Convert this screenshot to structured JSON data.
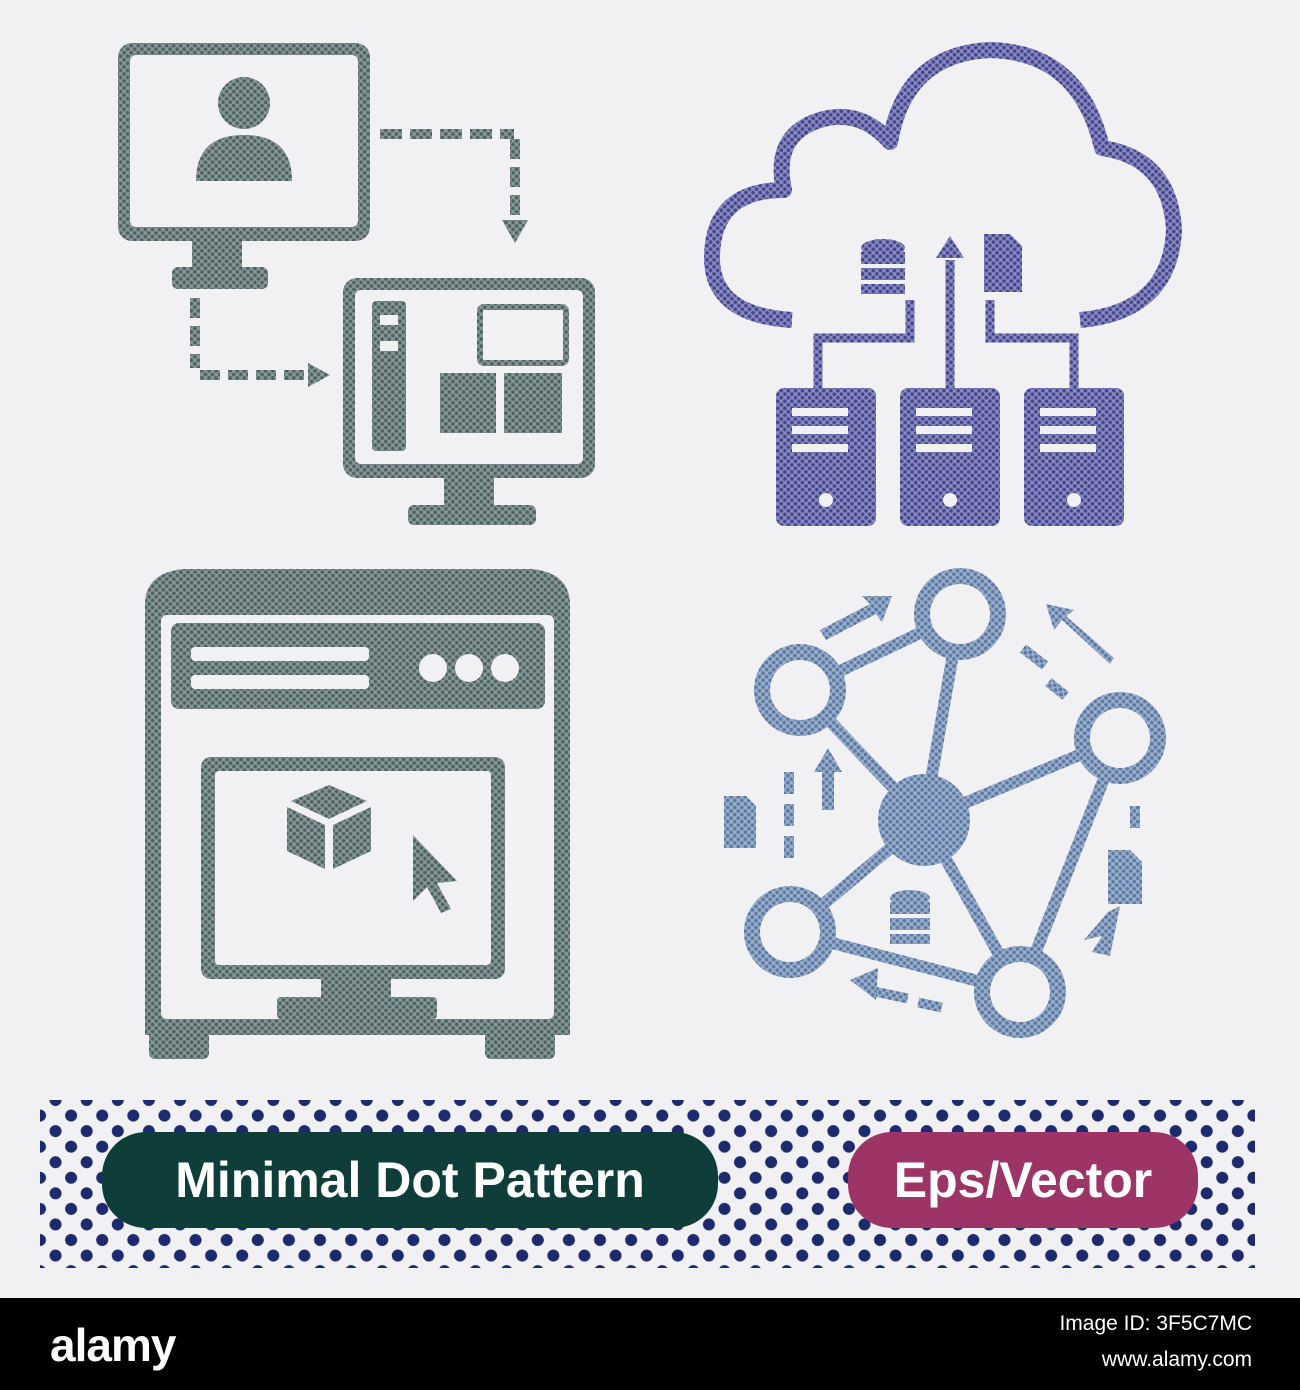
{
  "banner": {
    "left_label": "Minimal Dot Pattern",
    "right_label": "Eps/Vector"
  },
  "footer": {
    "logo": "alamy",
    "image_id": "Image ID: 3F5C7MC",
    "site": "www.alamy.com"
  },
  "colors": {
    "background": "#f1f1f3",
    "icon_gray": "#5c6e6e",
    "icon_purple": "#54539a",
    "icon_blue": "#6d86ab",
    "dot_navy": "#1d2a6e",
    "pill_green": "#0f3e3a",
    "pill_magenta": "#9c3466"
  },
  "icons": [
    {
      "name": "remote-access-icon"
    },
    {
      "name": "cloud-servers-icon"
    },
    {
      "name": "3d-printer-icon"
    },
    {
      "name": "network-nodes-icon"
    }
  ]
}
